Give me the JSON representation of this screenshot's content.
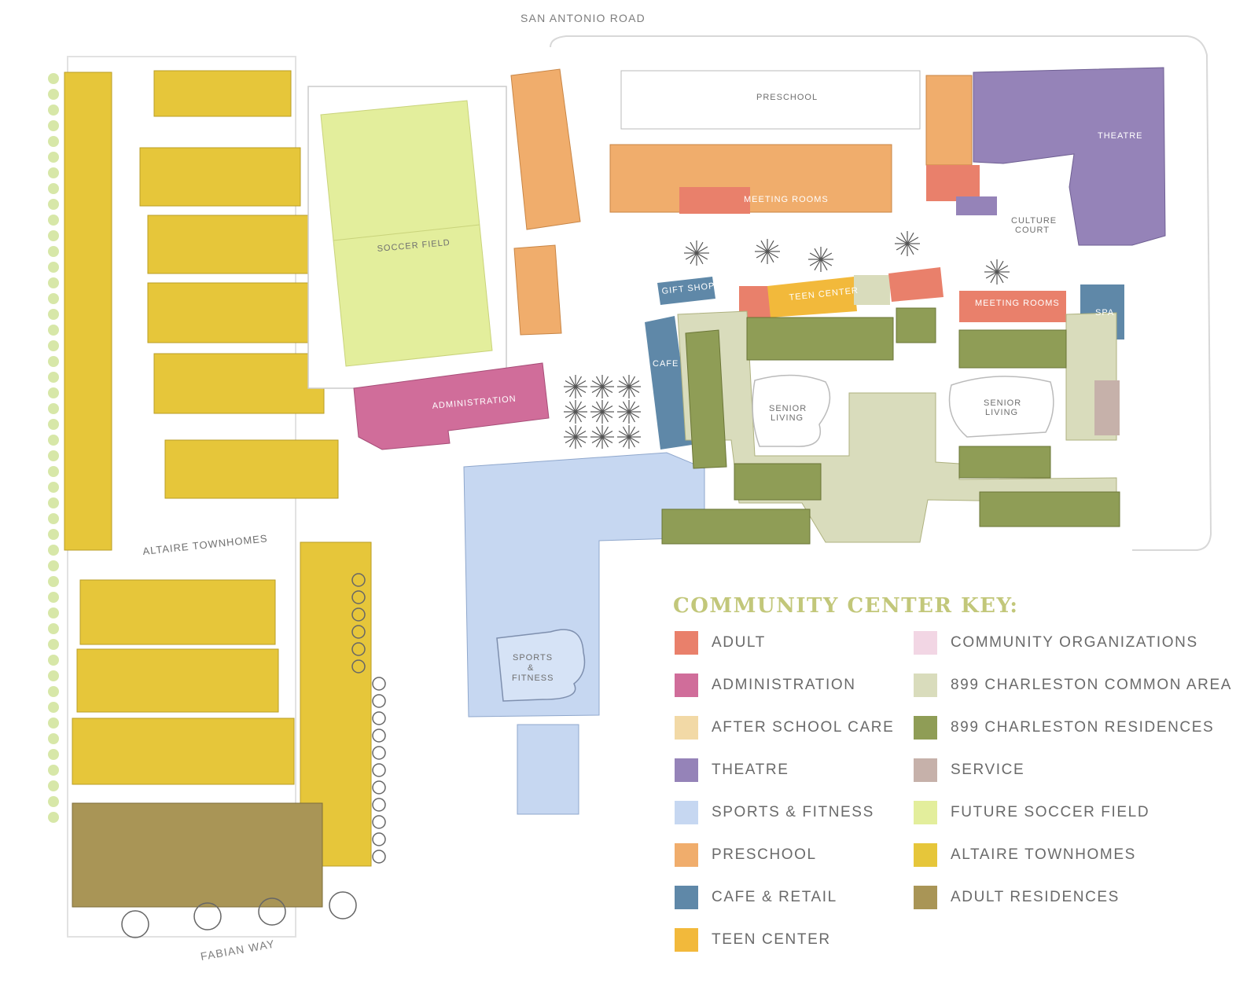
{
  "roads": {
    "top": "SAN ANTONIO ROAD",
    "bottom": "FABIAN WAY"
  },
  "map_labels": {
    "preschool": "PRESCHOOL",
    "theatre": "THEATRE",
    "meeting_rooms_top": "MEETING ROOMS",
    "culture_court": "CULTURE\nCOURT",
    "soccer_field": "SOCCER FIELD",
    "gift_shop": "GIFT SHOP",
    "teen_center": "TEEN CENTER",
    "meeting_rooms_mid": "MEETING ROOMS",
    "spa": "SPA",
    "cafe": "CAFE",
    "administration": "ADMINISTRATION",
    "senior_living_left": "SENIOR\nLIVING",
    "senior_living_right": "SENIOR\nLIVING",
    "altaire_townhomes": "ALTAIRE TOWNHOMES",
    "sports_fitness": "SPORTS\n&\nFITNESS"
  },
  "key": {
    "title": "COMMUNITY CENTER KEY:",
    "left": [
      {
        "label": "ADULT",
        "color": "#e9806b"
      },
      {
        "label": "ADMINISTRATION",
        "color": "#d06d9a"
      },
      {
        "label": "AFTER SCHOOL CARE",
        "color": "#f2d9a6"
      },
      {
        "label": "THEATRE",
        "color": "#9583b8"
      },
      {
        "label": "SPORTS & FITNESS",
        "color": "#c6d7f1"
      },
      {
        "label": "PRESCHOOL",
        "color": "#f0ad6c"
      },
      {
        "label": "CAFE & RETAIL",
        "color": "#5f88a8"
      },
      {
        "label": "TEEN CENTER",
        "color": "#f2b93b"
      }
    ],
    "right": [
      {
        "label": "COMMUNITY ORGANIZATIONS",
        "color": "#f2d6e4"
      },
      {
        "label": "899 CHARLESTON COMMON AREA",
        "color": "#d9dcbc"
      },
      {
        "label": "899 CHARLESTON RESIDENCES",
        "color": "#8f9d56"
      },
      {
        "label": "SERVICE",
        "color": "#c6b1aa"
      },
      {
        "label": "FUTURE SOCCER FIELD",
        "color": "#e3ee9c"
      },
      {
        "label": "ALTAIRE TOWNHOMES",
        "color": "#e6c63a"
      },
      {
        "label": "ADULT RESIDENCES",
        "color": "#a99556"
      }
    ]
  }
}
